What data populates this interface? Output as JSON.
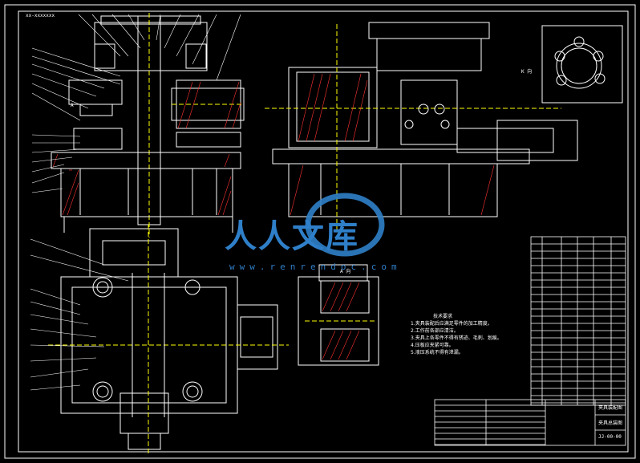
{
  "window": {
    "title": ""
  },
  "labels": {
    "top_left_tag": "xx-xxxxxxx",
    "view_k": "K 向",
    "a_mark": "A",
    "a_view": "A 向"
  },
  "notes": {
    "title": "技术要求",
    "items": [
      "1.夹具装配后应满足零件的加工精度。",
      "2.工作前各部应清洁。",
      "3.夹具上各零件不得有锈迹、毛刺、划痕。",
      "4.压板应夹紧可靠。",
      "5.液压系统不得有泄漏。"
    ]
  },
  "title_block": {
    "name": "夹具装配图",
    "sub": "夹具总装图",
    "code": "JJ-00-00"
  },
  "watermark": {
    "text": "人人文库",
    "url": "www.renrendoc.com",
    "color": "#2f7fc8"
  },
  "colors": {
    "background": "#000000",
    "line": "#ffffff",
    "accent": "#ffff00",
    "hatch": "#ff3333",
    "cyan": "#00ffff"
  }
}
